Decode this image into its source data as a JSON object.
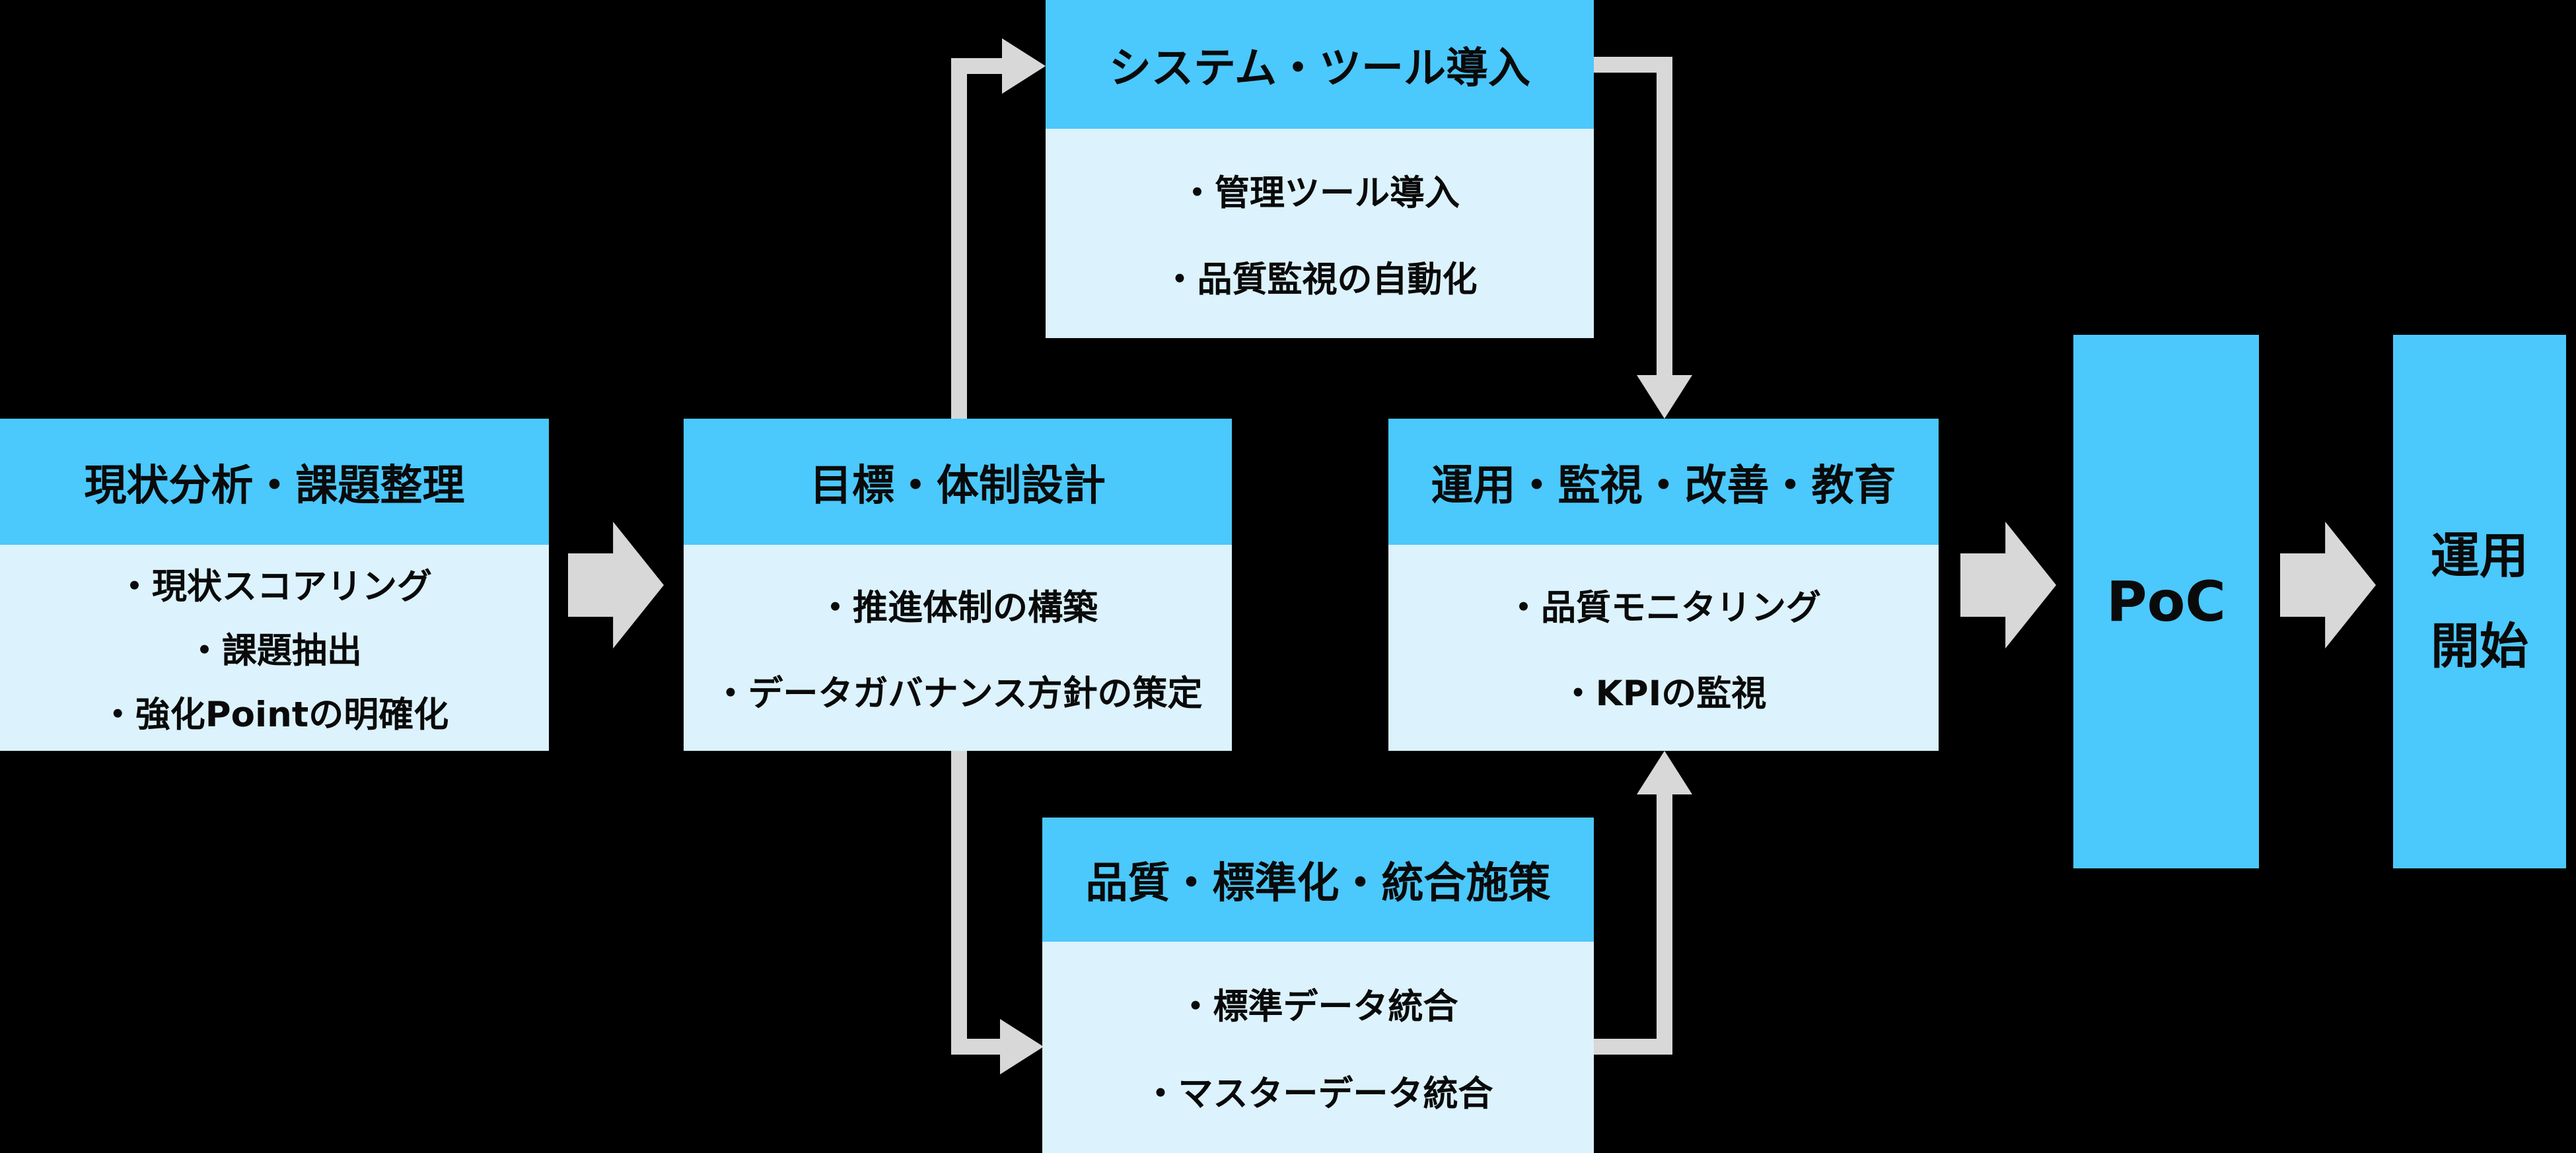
{
  "colors": {
    "background": "#000000",
    "header_blue": "#4BC8FC",
    "body_blue": "#DCF2FC",
    "arrow_gray": "#D8D8D8",
    "text": "#0A0A0A"
  },
  "icons": {
    "flow_arrow": "thick-right-arrow",
    "connector_arrowhead_right": "right-triangle",
    "connector_arrowhead_down": "down-triangle",
    "connector_arrowhead_up": "up-triangle"
  },
  "stages": {
    "analysis": {
      "title": "現状分析・課題整理",
      "items": [
        "・現状スコアリング",
        "・課題抽出",
        "・強化Pointの明確化"
      ]
    },
    "design": {
      "title": "目標・体制設計",
      "items": [
        "・推進体制の構築",
        "・データガバナンス方針の策定"
      ]
    },
    "system": {
      "title": "システム・ツール導入",
      "items": [
        "・管理ツール導入",
        "・品質監視の自動化"
      ]
    },
    "quality": {
      "title": "品質・標準化・統合施策",
      "items": [
        "・標準データ統合",
        "・マスターデータ統合"
      ]
    },
    "operation": {
      "title": "運用・監視・改善・教育",
      "items": [
        "・品質モニタリング",
        "・KPIの監視"
      ]
    },
    "poc": {
      "label": "PoC"
    },
    "launch": {
      "label": "運用\n開始"
    }
  }
}
